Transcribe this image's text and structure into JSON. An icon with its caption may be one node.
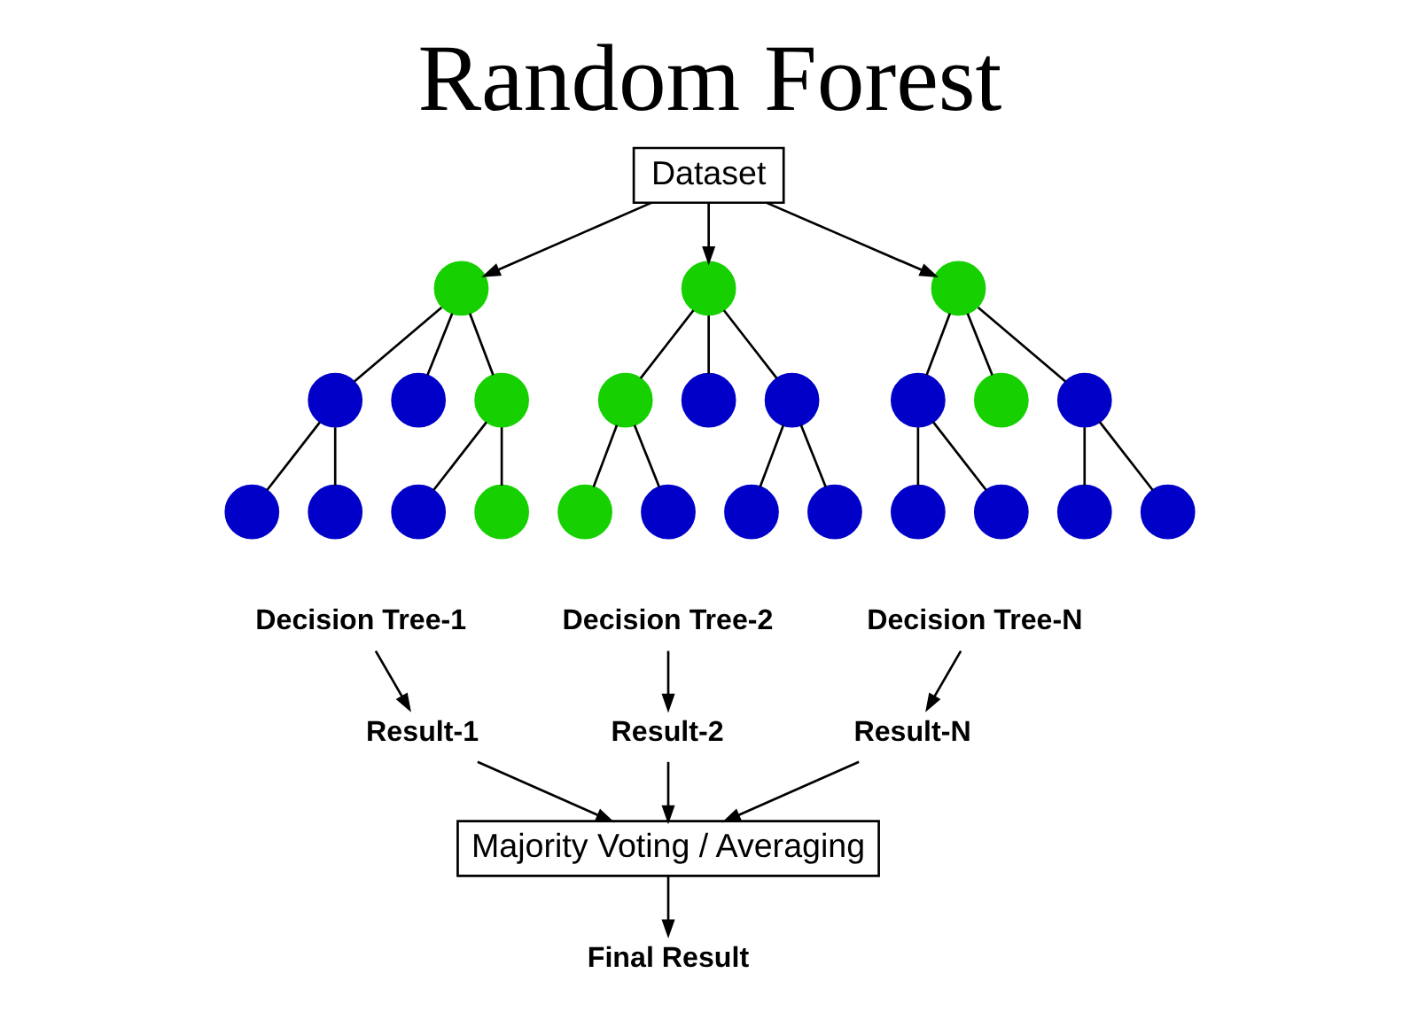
{
  "diagram": {
    "title": "Random Forest",
    "nodes": [
      {
        "text": [
          "Dataset"
        ]
      },
      {
        "text": [],
        "shape": "circle"
      },
      {
        "text": [],
        "shape": "circle"
      },
      {
        "text": [],
        "shape": "circle"
      },
      {
        "text": [],
        "shape": "circle"
      },
      {
        "text": [],
        "shape": "circle"
      },
      {
        "text": [],
        "shape": "circle"
      },
      {
        "text": [],
        "shape": "circle"
      },
      {
        "text": [],
        "shape": "circle"
      },
      {
        "text": [],
        "shape": "circle"
      },
      {
        "text": [],
        "shape": "circle"
      },
      {
        "text": [],
        "shape": "circle"
      },
      {
        "text": [],
        "shape": "circle"
      },
      {
        "text": [],
        "shape": "circle"
      },
      {
        "text": [],
        "shape": "circle"
      },
      {
        "text": [],
        "shape": "circle"
      },
      {
        "text": [],
        "shape": "circle"
      },
      {
        "text": [],
        "shape": "circle"
      },
      {
        "text": [],
        "shape": "circle"
      },
      {
        "text": [],
        "shape": "circle"
      },
      {
        "text": [],
        "shape": "circle"
      },
      {
        "text": [],
        "shape": "circle"
      },
      {
        "text": [],
        "shape": "circle"
      },
      {
        "text": [],
        "shape": "circle"
      },
      {
        "text": [],
        "shape": "circle"
      },
      {
        "text": [
          "Decision Tree-1"
        ]
      },
      {
        "text": [
          "Decision Tree-2"
        ]
      },
      {
        "text": [
          "Decision Tree-N"
        ]
      },
      {
        "text": [
          "Result-1"
        ]
      },
      {
        "text": [
          "Result-2"
        ]
      },
      {
        "text": [
          "Result-N"
        ]
      },
      {
        "text": [
          "Majority Voting / Averaging"
        ]
      },
      {
        "text": [
          "Final Result"
        ]
      }
    ],
    "edges": [
      {
        "from": 0,
        "to": 1,
        "arrow": "to"
      },
      {
        "from": 0,
        "to": 9,
        "arrow": "to"
      },
      {
        "from": 0,
        "to": 17,
        "arrow": "to"
      },
      {
        "from": 1,
        "to": 2,
        "arrow": "none"
      },
      {
        "from": 1,
        "to": 3,
        "arrow": "none"
      },
      {
        "from": 1,
        "to": 4,
        "arrow": "none"
      },
      {
        "from": 2,
        "to": 5,
        "arrow": "none"
      },
      {
        "from": 2,
        "to": 6,
        "arrow": "none"
      },
      {
        "from": 4,
        "to": 7,
        "arrow": "none"
      },
      {
        "from": 4,
        "to": 8,
        "arrow": "none"
      },
      {
        "from": 9,
        "to": 10,
        "arrow": "none"
      },
      {
        "from": 9,
        "to": 11,
        "arrow": "none"
      },
      {
        "from": 9,
        "to": 12,
        "arrow": "none"
      },
      {
        "from": 10,
        "to": 13,
        "arrow": "none"
      },
      {
        "from": 10,
        "to": 14,
        "arrow": "none"
      },
      {
        "from": 12,
        "to": 15,
        "arrow": "none"
      },
      {
        "from": 12,
        "to": 16,
        "arrow": "none"
      },
      {
        "from": 17,
        "to": 18,
        "arrow": "none"
      },
      {
        "from": 17,
        "to": 19,
        "arrow": "none"
      },
      {
        "from": 17,
        "to": 20,
        "arrow": "none"
      },
      {
        "from": 18,
        "to": 21,
        "arrow": "none"
      },
      {
        "from": 18,
        "to": 22,
        "arrow": "none"
      },
      {
        "from": 20,
        "to": 23,
        "arrow": "none"
      },
      {
        "from": 20,
        "to": 24,
        "arrow": "none"
      },
      {
        "from": 25,
        "to": 28,
        "arrow": "to"
      },
      {
        "from": 26,
        "to": 29,
        "arrow": "to"
      },
      {
        "from": 27,
        "to": 30,
        "arrow": "to"
      },
      {
        "from": 28,
        "to": 31,
        "arrow": "to"
      },
      {
        "from": 29,
        "to": 31,
        "arrow": "to"
      },
      {
        "from": 30,
        "to": 31,
        "arrow": "to"
      },
      {
        "from": 31,
        "to": 32,
        "arrow": "to"
      }
    ]
  }
}
